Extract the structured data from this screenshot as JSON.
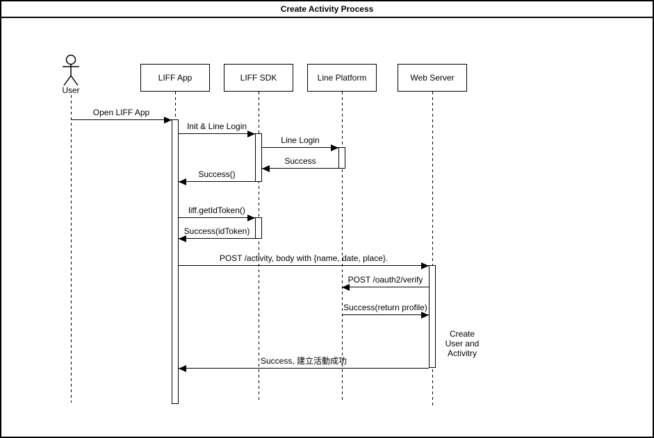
{
  "title": "Create Activity Process",
  "actor": {
    "label": "User"
  },
  "participants": [
    {
      "label": "LIFF App"
    },
    {
      "label": "LIFF SDK"
    },
    {
      "label": "Line Platform"
    },
    {
      "label": "Web Server"
    }
  ],
  "messages": [
    {
      "label": "Open LIFF App",
      "from": "User",
      "to": "LIFF App"
    },
    {
      "label": "Init & Line Login",
      "from": "LIFF App",
      "to": "LIFF SDK"
    },
    {
      "label": "Line Login",
      "from": "LIFF SDK",
      "to": "Line Platform"
    },
    {
      "label": "Success",
      "from": "Line Platform",
      "to": "LIFF SDK"
    },
    {
      "label": "Success()",
      "from": "LIFF SDK",
      "to": "LIFF App"
    },
    {
      "label": "liff.getIdToken()",
      "from": "LIFF App",
      "to": "LIFF SDK"
    },
    {
      "label": "Success(idToken)",
      "from": "LIFF SDK",
      "to": "LIFF App"
    },
    {
      "label": "POST /activity, body with {name, date, place}.",
      "from": "LIFF App",
      "to": "Web Server"
    },
    {
      "label": "POST /oauth2/verify",
      "from": "Web Server",
      "to": "Line Platform"
    },
    {
      "label": "Success(return profile)",
      "from": "Line Platform",
      "to": "Web Server"
    },
    {
      "label": "Success, 建立活動成功",
      "from": "Web Server",
      "to": "LIFF App"
    }
  ],
  "note": {
    "label": "Create\nUser and\nActivitry"
  },
  "colors": {
    "line": "#000000",
    "background": "#ffffff",
    "text": "#000000"
  }
}
